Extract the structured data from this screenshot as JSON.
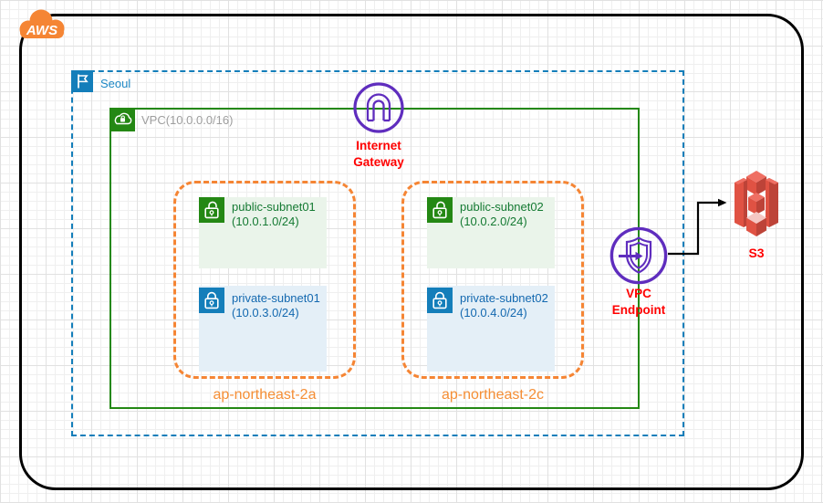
{
  "aws_cloud": {
    "logo_label": "AWS"
  },
  "region": {
    "label": "Seoul"
  },
  "vpc": {
    "label": "VPC(10.0.0.0/16)"
  },
  "internet_gateway": {
    "line1": "Internet",
    "line2": "Gateway"
  },
  "vpc_endpoint": {
    "line1": "VPC",
    "line2": "Endpoint"
  },
  "s3": {
    "label": "S3"
  },
  "availability_zones": [
    {
      "label": "ap-northeast-2a",
      "subnets": [
        {
          "name": "public-subnet01",
          "cidr": "(10.0.1.0/24)",
          "type": "public"
        },
        {
          "name": "private-subnet01",
          "cidr": "(10.0.3.0/24)",
          "type": "private"
        }
      ]
    },
    {
      "label": "ap-northeast-2c",
      "subnets": [
        {
          "name": "public-subnet02",
          "cidr": "(10.0.2.0/24)",
          "type": "public"
        },
        {
          "name": "private-subnet02",
          "cidr": "(10.0.4.0/24)",
          "type": "private"
        }
      ]
    }
  ],
  "icons": {
    "aws_cloud": "aws-cloud-logo-icon",
    "region": "flag-icon",
    "vpc": "locked-cloud-icon",
    "public_subnet": "open-lock-icon",
    "private_subnet": "closed-lock-icon",
    "internet_gateway": "gateway-arch-icon",
    "vpc_endpoint": "shield-arrow-icon",
    "s3": "s3-bucket-icon"
  },
  "colors": {
    "aws_orange": "#F58534",
    "region_blue": "#147EBA",
    "vpc_green": "#248814",
    "az_orange": "#F58534",
    "networking_purple": "#5F2DBE",
    "label_red": "#FF0000",
    "s3_red": "#E05243",
    "public_subnet_fill": "#EAF4EA",
    "private_subnet_fill": "#E4EFF7",
    "connector_black": "#000000"
  }
}
